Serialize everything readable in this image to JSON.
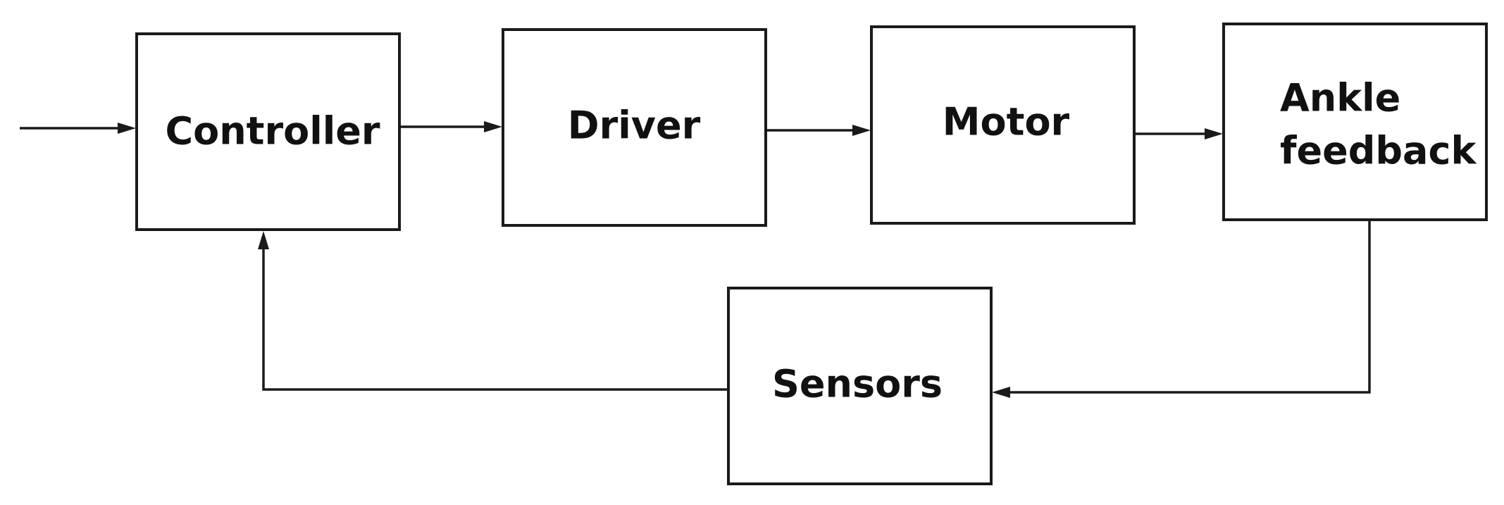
{
  "blocks": {
    "controller": "Controller",
    "driver": "Driver",
    "motor": "Motor",
    "ankle_feedback": [
      "Ankle",
      "feedback"
    ],
    "sensors": "Sensors"
  },
  "colors": {
    "stroke": "#1a1a1a",
    "text": "#111111",
    "background": "#ffffff"
  }
}
